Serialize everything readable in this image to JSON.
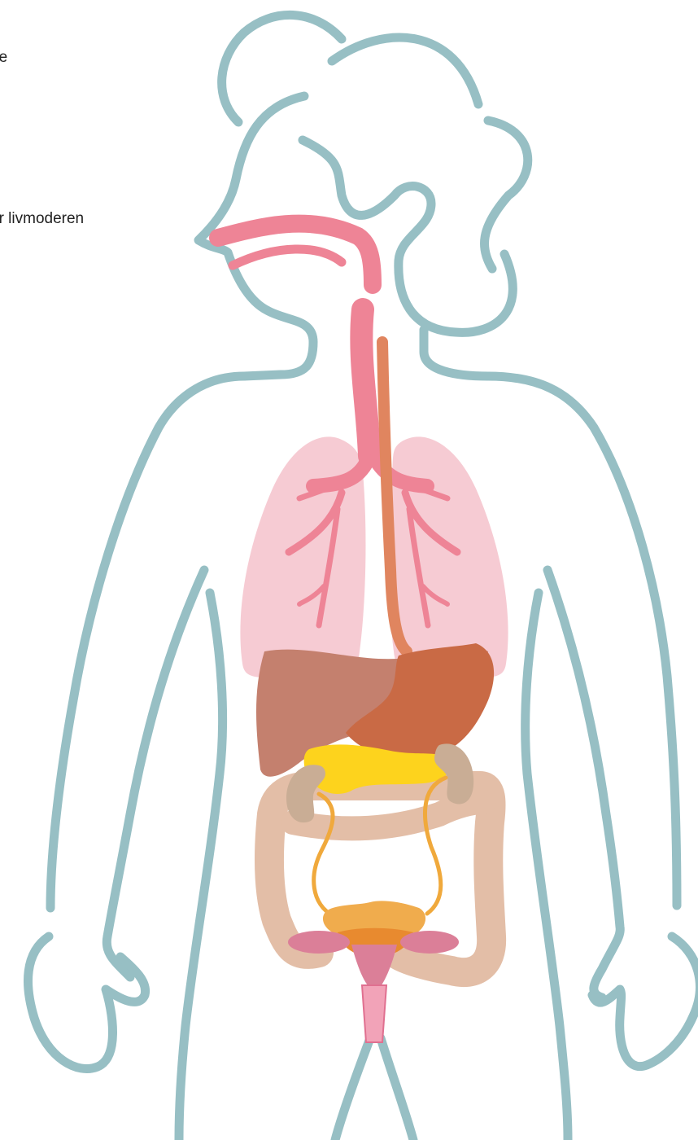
{
  "labels": {
    "top_fragment": "ne",
    "mid_fragment": "or livmoderen"
  },
  "colors": {
    "outline": "#97bfc4",
    "airway": "#ee8496",
    "lungs": "#f4bcc6",
    "esophagus": "#e0855f",
    "liver": "#c4806e",
    "stomach": "#c96a45",
    "pancreas": "#fdd31d",
    "kidneys": "#c9ad95",
    "ureters": "#f0a93c",
    "colon": "#e3bea7",
    "uterus": "#f0ac4d",
    "ovaries": "#db7f98",
    "vagina": "#f2a3b8"
  },
  "organs": [
    "body-outline",
    "hair",
    "airway",
    "lungs",
    "esophagus",
    "liver",
    "stomach",
    "pancreas",
    "kidneys",
    "ureters",
    "large-intestine",
    "bladder",
    "uterus",
    "ovaries",
    "vagina"
  ]
}
